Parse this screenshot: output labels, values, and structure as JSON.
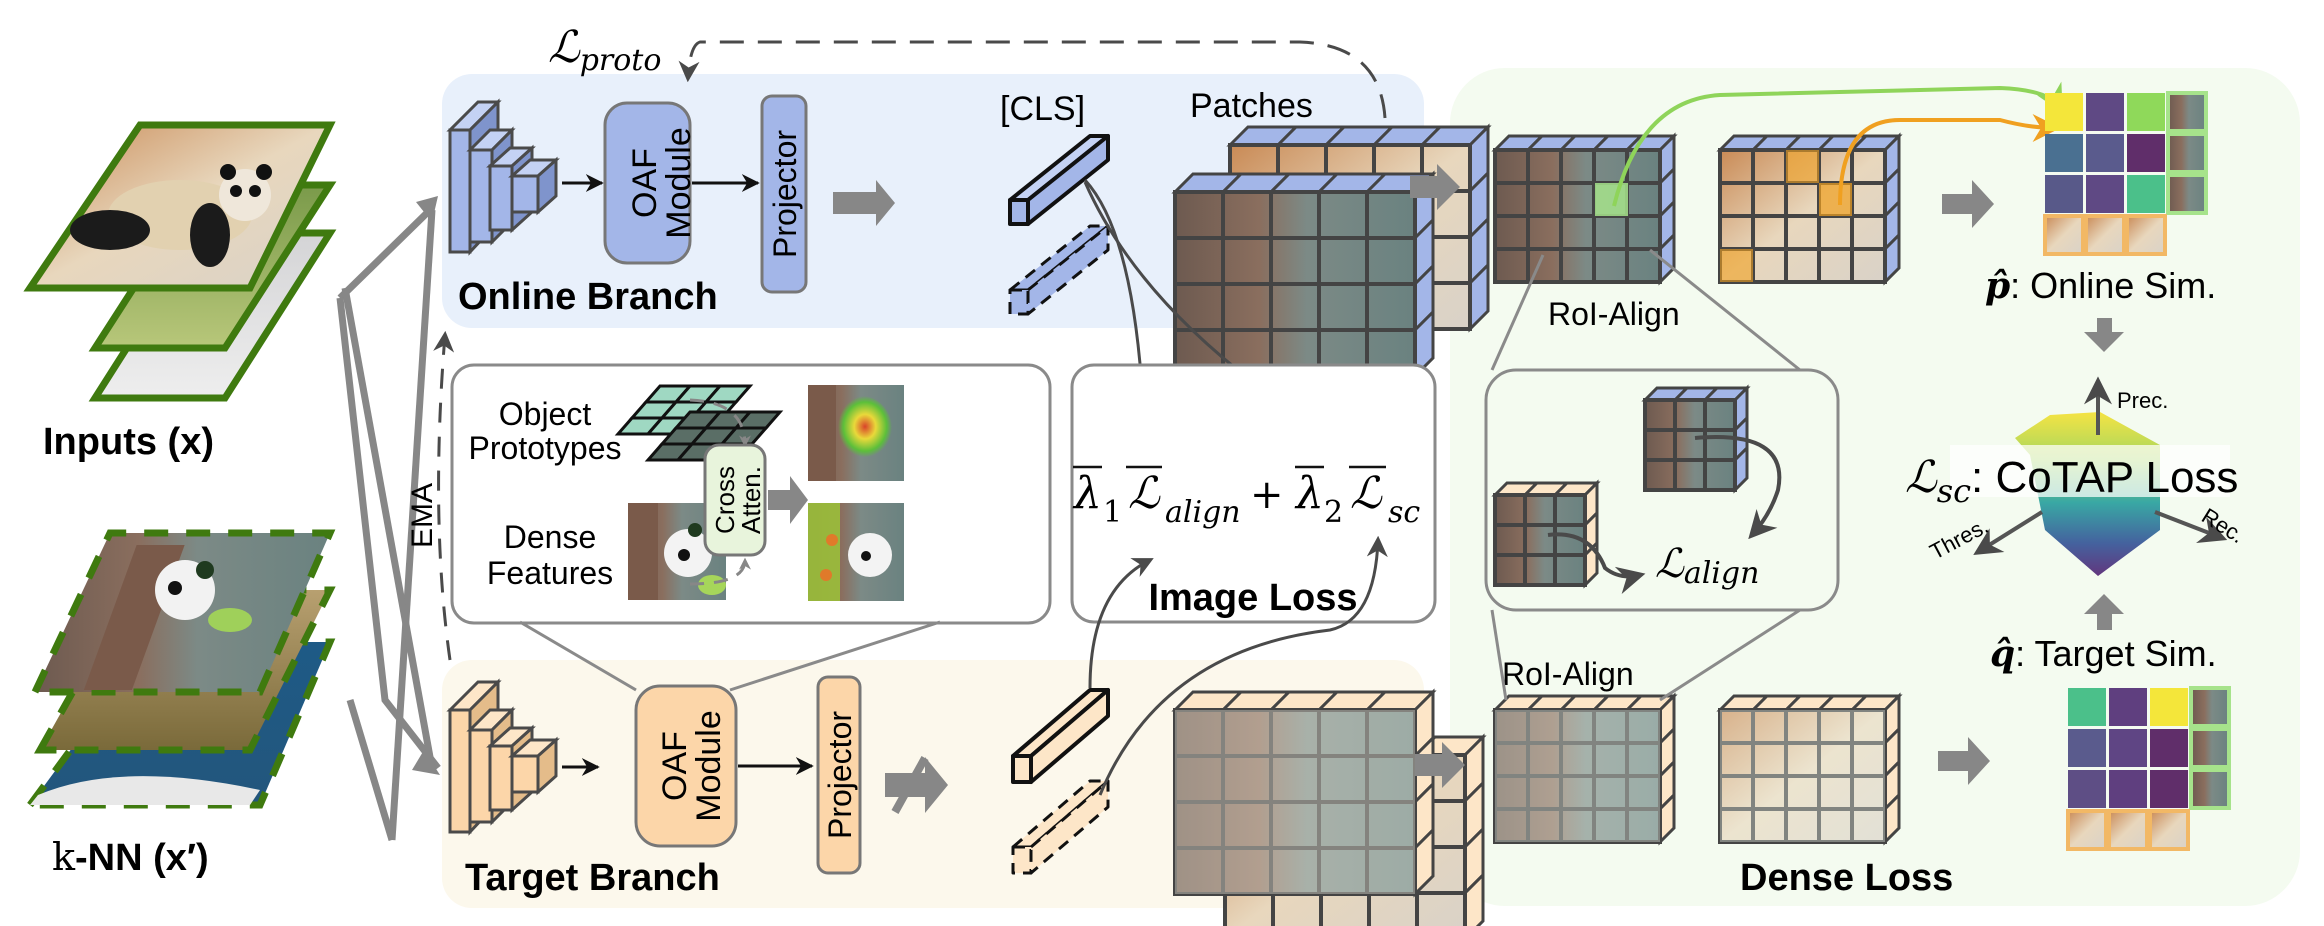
{
  "inputs": {
    "label_main": "Inputs (x)",
    "knn_label_k": "k",
    "knn_label_rest": "-NN (x′)"
  },
  "ema_label": "EMA",
  "loss_proto": {
    "symbol": "ℒ",
    "sub": "proto"
  },
  "online_branch": {
    "title": "Online Branch",
    "oaf_line1": "OAF",
    "oaf_line2": "Module",
    "projector": "Projector",
    "cls_label": "[CLS]",
    "patches_label": "Patches",
    "fill": "#a3b6e8",
    "panel_bg": "#e8f0fb"
  },
  "target_branch": {
    "title": "Target Branch",
    "oaf_line1": "OAF",
    "oaf_line2": "Module",
    "projector": "Projector",
    "fill": "#fcd6a9",
    "panel_bg": "#fcf8ec"
  },
  "prototype_box": {
    "object_label_1": "Object",
    "object_label_2": "Prototypes",
    "dense_label_1": "Dense",
    "dense_label_2": "Features",
    "cross_line1": "Cross",
    "cross_line2": "Atten."
  },
  "image_loss": {
    "title": "Image Loss",
    "lambda": "λ",
    "lambda1_sub": "1",
    "lambda2_sub": "2",
    "L": "ℒ",
    "align_sub": "align",
    "sc_sub": "sc",
    "plus": "+"
  },
  "dense_loss": {
    "title": "Dense Loss",
    "roi_top": "RoI-Align",
    "roi_bottom": "RoI-Align",
    "align_L": "ℒ",
    "align_sub": "align",
    "panel_bg": "#f4fbf0"
  },
  "similarity": {
    "online_hat": "p̂",
    "online_label": ": Online Sim.",
    "target_hat": "q̂",
    "target_label": ": Target Sim.",
    "online_matrix": [
      [
        "#f4e63a",
        "#5f4984",
        "#8fd95a"
      ],
      [
        "#4a7091",
        "#5a5b8d",
        "#602e6a"
      ],
      [
        "#585989",
        "#5f4984",
        "#4bc08a"
      ]
    ],
    "target_matrix": [
      [
        "#4bc08a",
        "#5f3f7f",
        "#f4e63a"
      ],
      [
        "#5a5b8d",
        "#5f4584",
        "#602e6a"
      ],
      [
        "#5e4e85",
        "#5f3f7f",
        "#602e6a"
      ]
    ],
    "row_patch_border": "#a6e38b",
    "col_patch_border": "#f2b865"
  },
  "cotap": {
    "L": "ℒ",
    "sub": "sc",
    "label": ": CoTAP Loss",
    "axis_prec": "Prec.",
    "axis_thres": "Thres.",
    "axis_rec": "Rec."
  },
  "colors": {
    "arrow_gray": "#878787",
    "dark_line": "#4a4a4a",
    "green_frame": "#3f7a0f",
    "match_green": "#8fd45a",
    "match_orange": "#f0a020"
  }
}
